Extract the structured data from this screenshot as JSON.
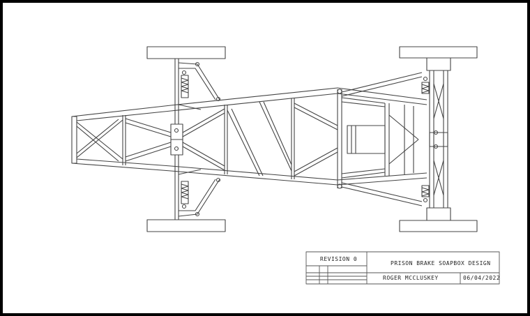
{
  "title_block": {
    "revision": "REVISION 0",
    "title": "PRISON BRAKE SOAPBOX DESIGN",
    "author": "ROGER MCCLUSKEY",
    "date": "06/04/2022"
  },
  "colors": {
    "frame": "#000000",
    "line": "#444444",
    "background": "#ffffff"
  }
}
